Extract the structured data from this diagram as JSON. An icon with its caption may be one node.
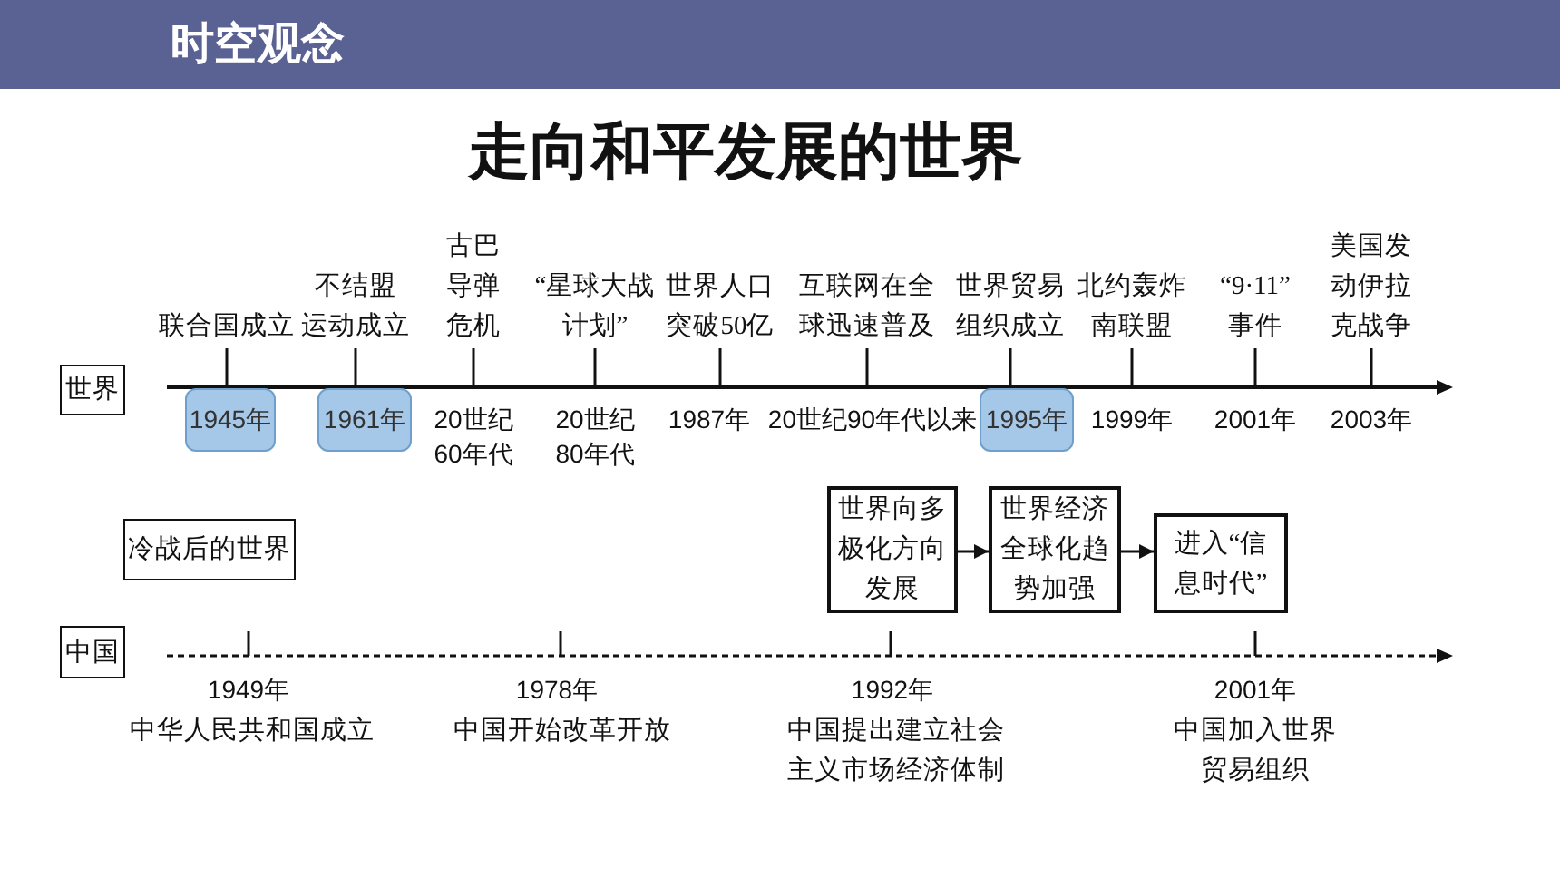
{
  "diagram": {
    "title": "走向和平发展的世界",
    "nodes": [
      {
        "text": [
          "世界"
        ]
      },
      {
        "text": [
          "1945年"
        ]
      },
      {
        "text": [
          "1961年"
        ]
      },
      {
        "text": [
          "1995年"
        ]
      },
      {
        "text": [
          "冷战后的世界"
        ]
      },
      {
        "text": [
          "世界向多极化方向发展"
        ]
      },
      {
        "text": [
          "世界经济全球化趋势加强"
        ]
      },
      {
        "text": [
          "进入“信息时代”"
        ]
      },
      {
        "text": [
          "中国"
        ]
      }
    ],
    "edges": [
      {
        "from": 5,
        "to": 6,
        "arrow": "to"
      },
      {
        "from": 6,
        "to": 7,
        "arrow": "to"
      }
    ],
    "labels": [
      "时空观念",
      "联合国成立",
      "不结盟运动成立",
      "古巴导弹危机",
      "“星球大战计划”",
      "世界人口突破50亿",
      "互联网在全球迅速普及",
      "世界贸易组织成立",
      "北约轰炸南联盟",
      "“9·11”事件",
      "美国发动伊拉克战争",
      "20世纪60年代",
      "20世纪80年代",
      "1987年",
      "20世纪90年代以来",
      "1999年",
      "2001年",
      "2003年",
      "1949年",
      "中华人民共和国成立",
      "1978年",
      "中国开始改革开放",
      "1992年",
      "中国提出建立社会主义市场经济体制",
      "2001年",
      "中国加入世界贸易组织"
    ]
  }
}
